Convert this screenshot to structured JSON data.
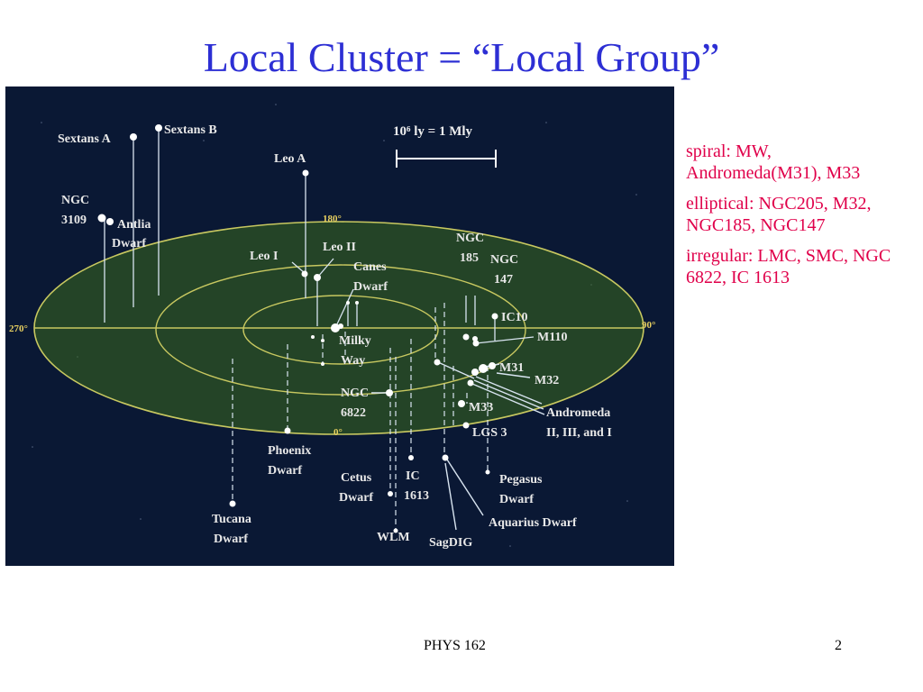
{
  "slide": {
    "title": "Local Cluster = “Local Group”",
    "footer_course": "PHYS 162",
    "page_number": "2"
  },
  "notes": {
    "spiral": "spiral: MW, Andromeda(M31), M33",
    "elliptical": "elliptical: NGC205, M32, NGC185, NGC147",
    "irregular": "irregular: LMC, SMC, NGC 6822, IC 1613"
  },
  "diagram": {
    "scale_label": "10⁶ ly = 1 Mly",
    "degrees": {
      "d0": "0°",
      "d90": "90°",
      "d180": "180°",
      "d270": "270°"
    },
    "labels": {
      "sextans_a": "Sextans A",
      "sextans_b": "Sextans B",
      "leo_a": "Leo A",
      "ngc3109_l1": "NGC",
      "ngc3109_l2": "3109",
      "antlia_l1": "Antlia",
      "antlia_l2": "Dwarf",
      "leo_i": "Leo I",
      "leo_ii": "Leo II",
      "canes_l1": "Canes",
      "canes_l2": "Dwarf",
      "ngc185_l1": "NGC",
      "ngc185_l2": "185",
      "ngc147_l1": "NGC",
      "ngc147_l2": "147",
      "ic10": "IC10",
      "m110": "M110",
      "milky_l1": "Milky",
      "milky_l2": "Way",
      "m31": "M31",
      "m32": "M32",
      "ngc6822_l1": "NGC",
      "ngc6822_l2": "6822",
      "m33": "M33",
      "andromeda_l1": "Andromeda",
      "andromeda_l2": "II, III, and I",
      "lgs3": "LGS 3",
      "phoenix_l1": "Phoenix",
      "phoenix_l2": "Dwarf",
      "cetus_l1": "Cetus",
      "cetus_l2": "Dwarf",
      "ic1613_l1": "IC",
      "ic1613_l2": "1613",
      "pegasus_l1": "Pegasus",
      "pegasus_l2": "Dwarf",
      "tucana_l1": "Tucana",
      "tucana_l2": "Dwarf",
      "aquarius": "Aquarius Dwarf",
      "wlm": "WLM",
      "sagdig": "SagDIG"
    }
  }
}
